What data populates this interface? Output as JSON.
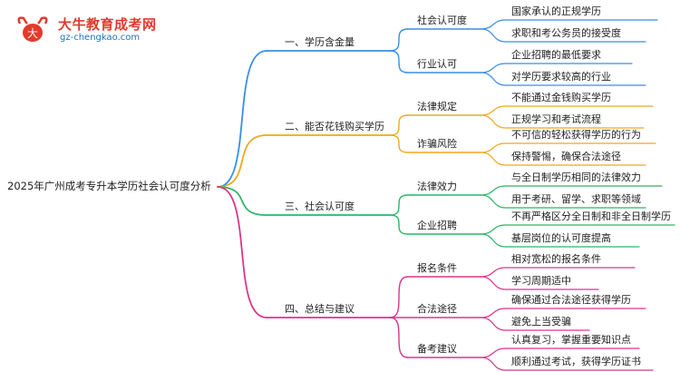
{
  "logo": {
    "title": "大牛教育成考网",
    "url": "gz-chengkao.com"
  },
  "mindmap": {
    "root": "2025年广州成考专升本学历社会认可度分析",
    "branches": [
      {
        "label": "一、学历含金量",
        "color": "#3a8ee6",
        "children": [
          {
            "label": "社会认可度",
            "leaves": [
              "国家承认的正规学历",
              "求职和考公务员的接受度"
            ]
          },
          {
            "label": "行业认可",
            "leaves": [
              "企业招聘的最低要求",
              "对学历要求较高的行业"
            ]
          }
        ]
      },
      {
        "label": "二、能否花钱购买学历",
        "color": "#f0a81f",
        "children": [
          {
            "label": "法律规定",
            "leaves": [
              "不能通过金钱购买学历",
              "正规学习和考试流程"
            ]
          },
          {
            "label": "诈骗风险",
            "leaves": [
              "不可信的轻松获得学历的行为",
              "保持警惕，确保合法途径"
            ]
          }
        ]
      },
      {
        "label": "三、社会认可度",
        "color": "#2fb567",
        "children": [
          {
            "label": "法律效力",
            "leaves": [
              "与全日制学历相同的法律效力",
              "用于考研、留学、求职等领域"
            ]
          },
          {
            "label": "企业招聘",
            "leaves": [
              "不再严格区分全日制和非全日制学历",
              "基层岗位的认可度提高"
            ]
          }
        ]
      },
      {
        "label": "四、总结与建议",
        "color": "#d9368c",
        "children": [
          {
            "label": "报名条件",
            "leaves": [
              "相对宽松的报名条件",
              "学习周期适中"
            ]
          },
          {
            "label": "合法途径",
            "leaves": [
              "确保通过合法途径获得学历",
              "避免上当受骗"
            ]
          },
          {
            "label": "备考建议",
            "leaves": [
              "认真复习，掌握重要知识点",
              "顺利通过考试，获得学历证书"
            ]
          }
        ]
      }
    ]
  }
}
